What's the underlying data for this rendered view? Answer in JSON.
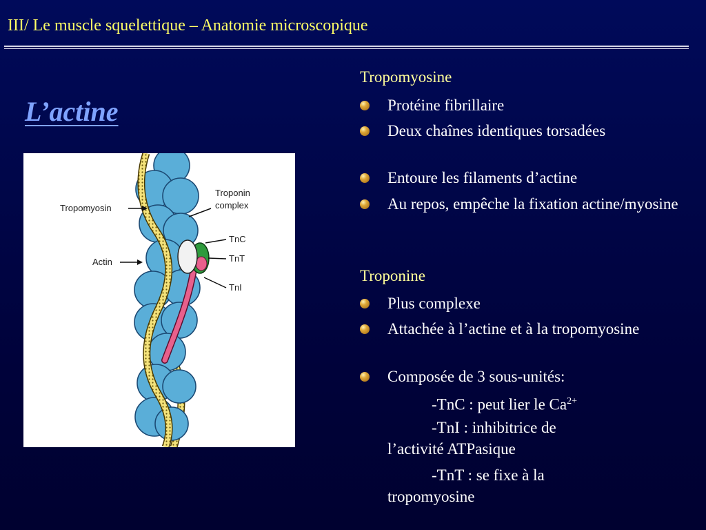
{
  "header": {
    "title": "III/ Le muscle squelettique – Anatomie microscopique"
  },
  "heading": "L’actine",
  "figure": {
    "labels": {
      "tropomyosin": "Tropomyosin",
      "actin": "Actin",
      "troponin_line1": "Troponin",
      "troponin_line2": "complex",
      "tnc": "TnC",
      "tnt": "TnT",
      "tni": "TnI"
    },
    "colors": {
      "actin": "#5aaed8",
      "tropomyosin": "#f4e27a",
      "tni": "#e8608c",
      "tnc": "#2e9a3c"
    }
  },
  "sections": {
    "tropomyosine": {
      "title": "Tropomyosine",
      "bullets": [
        "Protéine fibrillaire",
        "Deux chaînes identiques torsadées",
        "Entoure les filaments d’actine",
        "Au repos, empêche la fixation actine/myosine"
      ]
    },
    "troponine": {
      "title": "Troponine",
      "bullets": [
        "Plus complexe",
        "Attachée à l’actine et à la tropomyosine",
        "Composée de 3 sous-unités:"
      ],
      "subunits": {
        "tnc": "-TnC : peut lier le Ca",
        "tnc_sup": "2+",
        "tni_line1": "-TnI : inhibitrice de",
        "tni_line2": "l’activité ATPasique",
        "tnt_line1": "-TnT : se fixe à la",
        "tnt_line2": "tropomyosine"
      }
    }
  }
}
